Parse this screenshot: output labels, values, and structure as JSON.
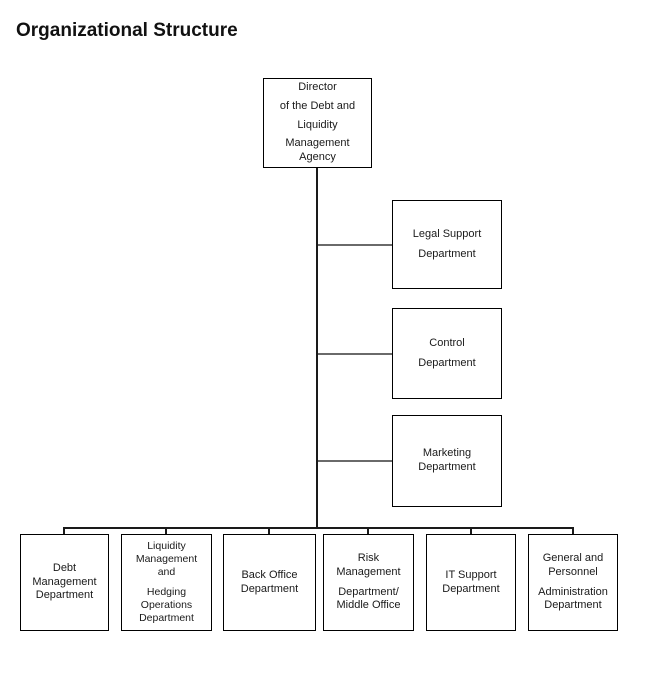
{
  "title": "Organizational Structure",
  "colors": {
    "background": "#ffffff",
    "box_border": "#000000",
    "trunk_line": "#1a1a1a",
    "side_connector_line": "#6a6a6a",
    "text": "#1a1a1a"
  },
  "org_chart": {
    "root": {
      "name": "Director of the Debt and Liquidity Management Agency",
      "paragraphs": [
        [
          "Director"
        ],
        [
          "of the Debt and"
        ],
        [
          "Liquidity"
        ],
        [
          "Management",
          "Agency"
        ]
      ]
    },
    "side_departments": [
      {
        "name": "Legal Support Department",
        "paragraphs": [
          [
            "Legal Support"
          ],
          [
            "Department"
          ]
        ]
      },
      {
        "name": "Control Department",
        "paragraphs": [
          [
            "Control"
          ],
          [
            "Department"
          ]
        ]
      },
      {
        "name": "Marketing Department",
        "paragraphs": [
          [
            "Marketing",
            "Department"
          ]
        ]
      }
    ],
    "bottom_departments": [
      {
        "name": "Debt Management Department",
        "paragraphs": [
          [
            "Debt",
            "Management",
            "Department"
          ]
        ]
      },
      {
        "name": "Liquidity Management and Hedging Operations Department",
        "paragraphs": [
          [
            "Liquidity",
            "Management",
            "and"
          ],
          [
            "Hedging",
            "Operations",
            "Department"
          ]
        ]
      },
      {
        "name": "Back Office Department",
        "paragraphs": [
          [
            "Back Office",
            "Department"
          ]
        ]
      },
      {
        "name": "Risk Management Department/ Middle Office",
        "paragraphs": [
          [
            "Risk",
            "Management"
          ],
          [
            "Department/",
            "Middle Office"
          ]
        ]
      },
      {
        "name": "IT Support Department",
        "paragraphs": [
          [
            "IT Support",
            "Department"
          ]
        ]
      },
      {
        "name": "General and Personnel Administration Department",
        "paragraphs": [
          [
            "General and",
            "Personnel"
          ],
          [
            "Administration",
            "Department"
          ]
        ]
      }
    ]
  }
}
